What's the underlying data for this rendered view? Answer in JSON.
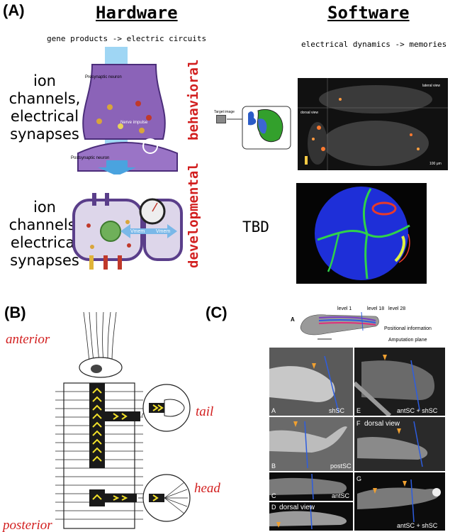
{
  "panel_a": {
    "letter": "(A)",
    "hardware_title": "Hardware",
    "software_title": "Software",
    "hardware_subtitle": "gene products -> electric circuits",
    "software_subtitle": "electrical dynamics -> memories",
    "row1_label": [
      "ion",
      "channels,",
      "electrical",
      "synapses"
    ],
    "row2_label": [
      "ion",
      "channels,",
      "electrical",
      "synapses"
    ],
    "behavioral_label": "behavioral",
    "developmental_label": "developmental",
    "tbd": "TBD",
    "synapse_labels": {
      "presynaptic": "Presynaptic neuron",
      "nerve_impulse": "Nerve impulse",
      "postsynaptic": "Postsynaptic neuron"
    },
    "target_image": "Target image",
    "brain_view_labels": {
      "lateral": "lateral view",
      "dorsal": "dorsal view",
      "scale": "100 μm"
    },
    "cell_labels": {
      "vmem1": "Vmem",
      "vmem2": "Vmem"
    }
  },
  "panel_b": {
    "letter": "(B)",
    "anterior": "anterior",
    "posterior": "posterior",
    "tail": "tail",
    "head": "head"
  },
  "panel_c": {
    "letter": "(C)",
    "schematic_letter": "A",
    "levels": [
      "level 1",
      "level 18",
      "level 28"
    ],
    "positional_information": "Positional information",
    "amputation_plane": "Amputation plane",
    "micrographs": [
      {
        "letter": "A",
        "caption": "shSC",
        "extra": ""
      },
      {
        "letter": "E",
        "caption": "antSC + shSC",
        "extra": ""
      },
      {
        "letter": "B",
        "caption": "postSC",
        "extra": ""
      },
      {
        "letter": "F",
        "caption": "",
        "extra": "dorsal view"
      },
      {
        "letter": "C",
        "caption": "antSC",
        "extra": ""
      },
      {
        "letter": "D",
        "caption": "",
        "extra": "dorsal view"
      },
      {
        "letter": "G",
        "caption": "antSC + shSC",
        "extra": ""
      }
    ]
  },
  "colors": {
    "red_label": "#d21f1f",
    "arrow_yellow": "#f2e02a",
    "tadpole_orange": "#f0a030",
    "blue_line": "#2d5de0"
  }
}
